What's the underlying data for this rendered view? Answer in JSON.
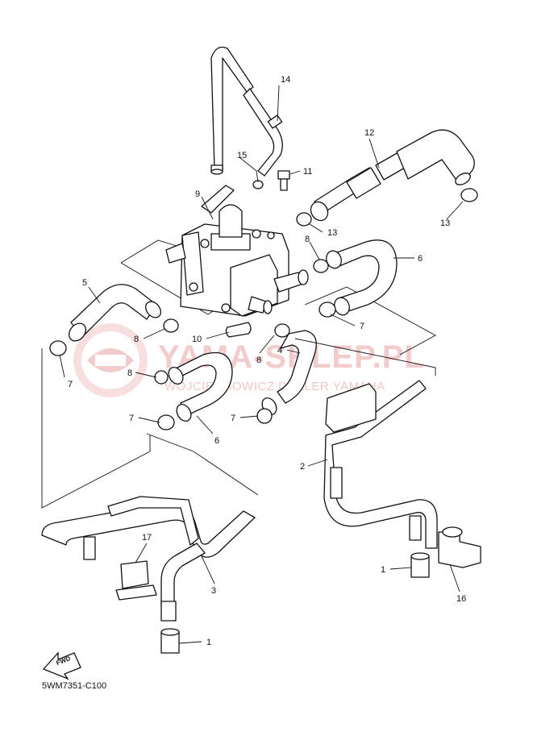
{
  "drawing_code": "5WM7351-C100",
  "fwd_label": "FWD",
  "watermark": {
    "main": "YAMA-SKLEP.PL",
    "sub": "WOJCIECHOWICZ DEALER YAMAHA"
  },
  "callouts": [
    {
      "n": "14"
    },
    {
      "n": "12"
    },
    {
      "n": "15"
    },
    {
      "n": "11"
    },
    {
      "n": "9"
    },
    {
      "n": "13"
    },
    {
      "n": "13"
    },
    {
      "n": "8"
    },
    {
      "n": "6"
    },
    {
      "n": "5"
    },
    {
      "n": "8"
    },
    {
      "n": "10"
    },
    {
      "n": "7"
    },
    {
      "n": "8"
    },
    {
      "n": "7"
    },
    {
      "n": "8"
    },
    {
      "n": "4"
    },
    {
      "n": "7"
    },
    {
      "n": "7"
    },
    {
      "n": "6"
    },
    {
      "n": "2"
    },
    {
      "n": "17"
    },
    {
      "n": "3"
    },
    {
      "n": "1"
    },
    {
      "n": "1"
    },
    {
      "n": "16"
    }
  ]
}
